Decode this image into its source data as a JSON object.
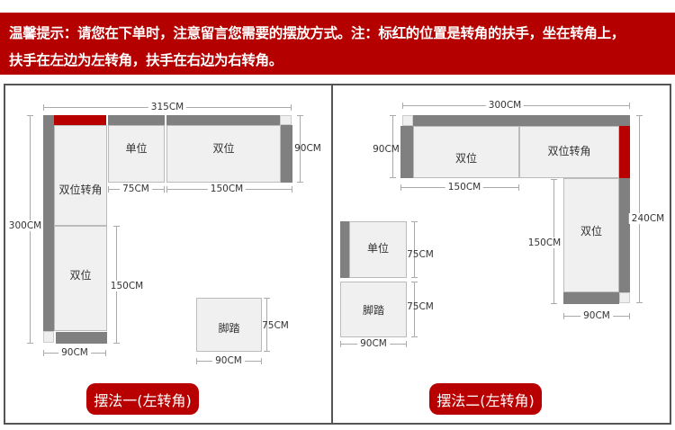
{
  "header": {
    "lines": [
      "温馨提示：请您在下单时，注意留言您需要的摆放方式。注：标红的位置是转角的扶手，坐在转角上，",
      "扶手在左边为左转角，扶手在右边为右转角。"
    ]
  },
  "layout1": {
    "caption": "摆法一(左转角)",
    "seats": {
      "corner": "双位转角",
      "double_left": "双位",
      "single": "单位",
      "double_top": "双位",
      "footstool": "脚踏"
    },
    "dims": {
      "total_width": "315CM",
      "total_height": "300CM",
      "depth": "90CM",
      "single_width": "75CM",
      "double_width": "150CM",
      "double_height": "150CM",
      "bottom_depth": "90CM",
      "stool_height": "75CM",
      "stool_width": "90CM"
    }
  },
  "layout2": {
    "caption": "摆法二(左转角)",
    "seats": {
      "double_top": "双位",
      "corner": "双位转角",
      "double_right": "双位",
      "single": "单位",
      "footstool": "脚踏"
    },
    "dims": {
      "total_width": "300CM",
      "depth": "90CM",
      "double_width": "150CM",
      "total_height": "240CM",
      "double_height": "150CM",
      "bottom_depth": "90CM",
      "single_height": "75CM",
      "stool_height": "75CM",
      "stool_width": "90CM"
    }
  },
  "colors": {
    "accent": "#b80000",
    "arm": "#808080"
  }
}
